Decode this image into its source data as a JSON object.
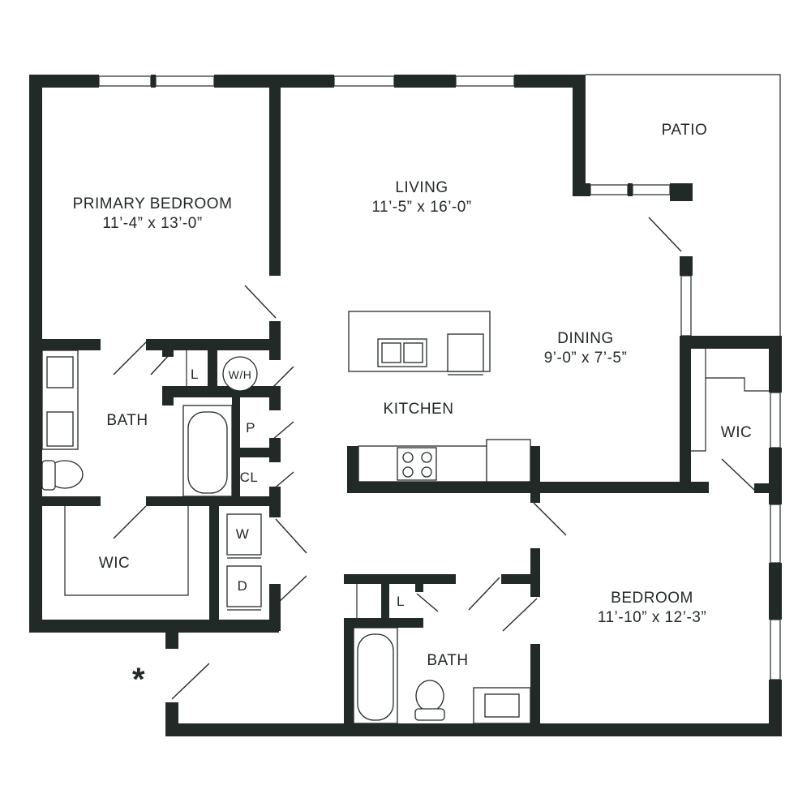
{
  "rooms": {
    "primary_bedroom": {
      "name": "PRIMARY BEDROOM",
      "dims": "11’-4” x 13’-0”"
    },
    "living": {
      "name": "LIVING",
      "dims": "11’-5” x 16’-0”"
    },
    "patio": {
      "name": "PATIO"
    },
    "dining": {
      "name": "DINING",
      "dims": "9’-0” x 7’-5”"
    },
    "kitchen": {
      "name": "KITCHEN"
    },
    "bath_primary": {
      "name": "BATH"
    },
    "wic_primary": {
      "name": "WIC"
    },
    "wic_bedroom": {
      "name": "WIC"
    },
    "bedroom": {
      "name": "BEDROOM",
      "dims": "11’-10” x 12’-3”"
    },
    "bath_secondary": {
      "name": "BATH"
    }
  },
  "closets": {
    "linen_primary": "L",
    "water_heater": "W/H",
    "pantry": "P",
    "coat_closet": "CL",
    "washer": "W",
    "dryer": "D",
    "linen_secondary": "L"
  },
  "entry_marker": "*"
}
